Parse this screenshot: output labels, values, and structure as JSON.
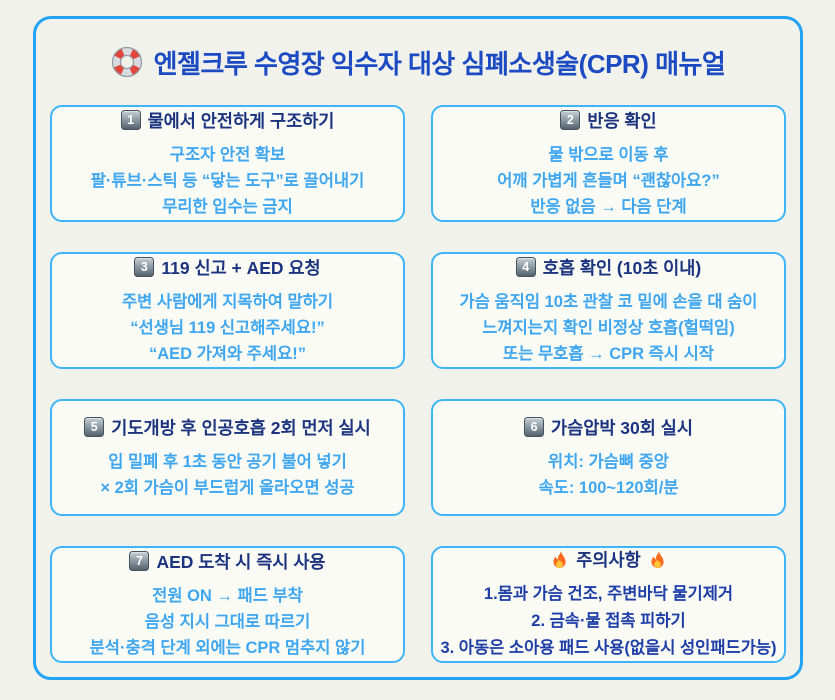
{
  "header": {
    "title": "엔젤크루 수영장 익수자 대상 심폐소생술(CPR) 매뉴얼",
    "icon": "lifebuoy-icon"
  },
  "colors": {
    "page_bg": "#f0f1ea",
    "panel_border": "#22a3f3",
    "card_border": "#3db5f7",
    "card_bg": "#fafbf5",
    "main_title": "#1b4ac2",
    "card_title": "#1c3480",
    "body_blue": "#3fa6f0",
    "body_navy": "#1e3ea8",
    "buoy_red": "#e2463a",
    "flame_orange": "#ff6b1c"
  },
  "icons": {
    "header": "lifebuoy-icon",
    "caution": "fire-icon",
    "step_badge": "keycap-number-badge"
  },
  "cards": [
    {
      "number": "1",
      "title": "물에서 안전하게 구조하기",
      "lines": [
        "구조자 안전 확보",
        "팔·튜브·스틱 등 “닿는 도구”로 끌어내기",
        "무리한 입수는 금지"
      ]
    },
    {
      "number": "2",
      "title": "반응 확인",
      "lines": [
        "물 밖으로 이동 후",
        "어깨 가볍게 흔들며 “괜찮아요?”",
        "반응 없음 → 다음 단계"
      ]
    },
    {
      "number": "3",
      "title": "119 신고 + AED 요청",
      "lines": [
        "주변 사람에게 지목하여 말하기",
        "“선생님 119 신고해주세요!”",
        "“AED 가져와 주세요!”"
      ]
    },
    {
      "number": "4",
      "title": "호흡 확인 (10초 이내)",
      "lines": [
        "가슴 움직임 10초 관찰 코 밑에 손을 대 숨이",
        "느껴지는지 확인 비정상 호흡(헐떡임)",
        "또는 무호흡 → CPR 즉시 시작"
      ]
    },
    {
      "number": "5",
      "title": "기도개방 후 인공호흡 2회 먼저 실시",
      "lines": [
        "입 밀폐 후 1초 동안 공기 불어 넣기",
        "× 2회 가슴이 부드럽게 올라오면 성공"
      ]
    },
    {
      "number": "6",
      "title": "가슴압박 30회 실시",
      "lines": [
        "위치: 가슴뼈 중앙",
        "속도: 100~120회/분"
      ]
    },
    {
      "number": "7",
      "title": "AED 도착 시 즉시 사용",
      "lines": [
        "전원 ON → 패드 부착",
        "음성 지시 그대로 따르기",
        "분석·충격 단계 외에는 CPR 멈추지 않기"
      ]
    },
    {
      "number": null,
      "fire": true,
      "body_color": "navy",
      "title": "주의사항",
      "lines": [
        "1.몸과 가슴 건조, 주변바닥 물기제거",
        "2. 금속·물 접촉 피하기",
        "3. 아동은 소아용 패드 사용(없을시 성인패드가능)"
      ]
    }
  ]
}
